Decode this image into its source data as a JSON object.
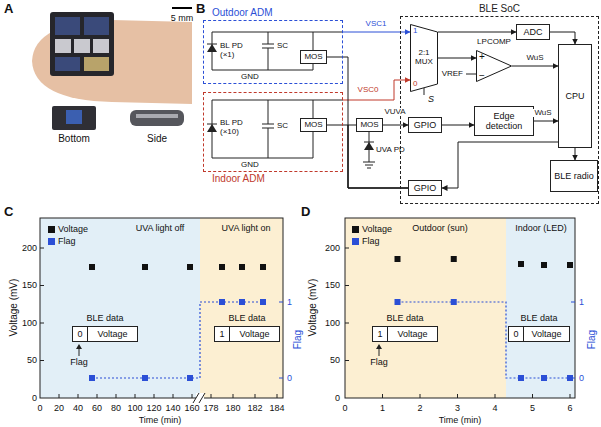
{
  "diagram": {
    "nodes": [
      {
        "text": [
          "Outdoor ADM"
        ]
      },
      {
        "text": [
          "MOS"
        ],
        "in": 0
      },
      {
        "text": [
          "Indoor ADM"
        ]
      },
      {
        "text": [
          "MOS"
        ],
        "in": 2
      },
      {
        "text": [
          "MOS"
        ]
      },
      {
        "text": [
          "BLE SoC"
        ]
      },
      {
        "text": [
          "1",
          "2:1 MUX",
          "0"
        ],
        "in": 5
      },
      {
        "text": [
          "ADC"
        ],
        "in": 5
      },
      {
        "text": [
          "LPCOMP",
          "+",
          "−"
        ],
        "in": 5
      },
      {
        "text": [
          "GPIO"
        ],
        "in": 5
      },
      {
        "text": [
          "Edge detection"
        ],
        "in": 5
      },
      {
        "text": [
          "CPU"
        ],
        "in": 5
      },
      {
        "text": [
          "BLE radio"
        ],
        "in": 5
      },
      {
        "text": [
          "GPIO"
        ],
        "in": 5
      },
      {
        "text": [
          "BLE data",
          "0",
          "Voltage"
        ]
      },
      {
        "text": [
          "BLE data",
          "1",
          "Voltage"
        ]
      },
      {
        "text": [
          "BLE data",
          "1",
          "Voltage"
        ]
      },
      {
        "text": [
          "BLE data",
          "0",
          "Voltage"
        ]
      }
    ],
    "edges": [
      {
        "from": 0,
        "to": 6,
        "label": "VSC1",
        "arrow": "to"
      },
      {
        "from": 2,
        "to": 6,
        "label": "VSC0",
        "arrow": "to"
      },
      {
        "from": 6,
        "to": 7,
        "arrow": "to"
      },
      {
        "from": 6,
        "to": 8,
        "arrow": "to"
      },
      {
        "from": 7,
        "to": 11,
        "arrow": "to"
      },
      {
        "from": 8,
        "to": 11,
        "label": "WuS",
        "arrow": "to"
      },
      {
        "from": 4,
        "to": 9,
        "label": "VUVA",
        "arrow": "to"
      },
      {
        "from": 9,
        "to": 10,
        "arrow": "to"
      },
      {
        "from": 10,
        "to": 11,
        "label": "WuS",
        "arrow": "to"
      },
      {
        "from": 11,
        "to": 12,
        "arrow": "to"
      },
      {
        "from": 11,
        "to": 13,
        "arrow": "to"
      },
      {
        "from": 13,
        "to": 1,
        "arrow": "none"
      },
      {
        "from": 13,
        "to": 3,
        "arrow": "none"
      },
      {
        "from": 13,
        "to": 4,
        "arrow": "none"
      }
    ],
    "labels": [
      "A",
      "5 mm",
      "Bottom",
      "Side",
      "B",
      "BL PD (×1)",
      "SC",
      "GND",
      "BL PD (×10)",
      "SC",
      "GND",
      "UVA PD",
      "S",
      "VREF",
      "C",
      "Voltage (mV)",
      "0",
      "50",
      "100",
      "150",
      "200",
      "0",
      "20",
      "40",
      "60",
      "80",
      "100",
      "120",
      "140",
      "160",
      "178",
      "180",
      "182",
      "184",
      "Time (min)",
      "0",
      "1",
      "Flag",
      "UVA light off",
      "UVA light on",
      "Flag",
      "D",
      "Voltage (mV)",
      "0",
      "50",
      "100",
      "150",
      "200",
      "0",
      "1",
      "2",
      "3",
      "4",
      "5",
      "6",
      "Time (min)",
      "0",
      "1",
      "Flag",
      "Outdoor (sun)",
      "Indoor (LED)",
      "Flag"
    ],
    "legend": [
      {
        "text": "Voltage",
        "color": "#111111"
      },
      {
        "text": "Flag",
        "color": "#2b4fd6"
      },
      {
        "text": "Voltage",
        "color": "#111111"
      },
      {
        "text": "Flag",
        "color": "#2b4fd6"
      }
    ]
  }
}
